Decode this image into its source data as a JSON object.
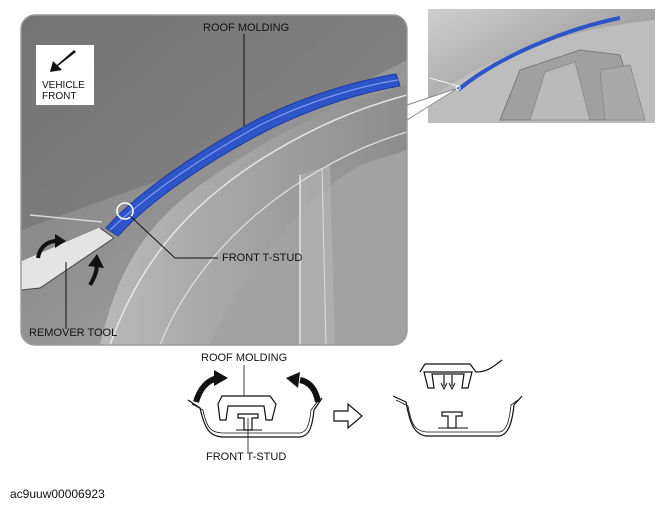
{
  "main_panel": {
    "roof_molding_label": "ROOF MOLDING",
    "vehicle_front_line1": "VEHICLE",
    "vehicle_front_line2": "FRONT",
    "front_tstud_label": "FRONT T-STUD",
    "remover_tool_label": "REMOVER TOOL"
  },
  "cross_section": {
    "roof_molding_label": "ROOF MOLDING",
    "front_tstud_label": "FRONT T-STUD"
  },
  "figure_code": "ac9uuw00006923",
  "colors": {
    "molding_blue": "#2e55c8",
    "body_gray": "#8d8d8d",
    "frame_gray": "#9a9a9a"
  }
}
